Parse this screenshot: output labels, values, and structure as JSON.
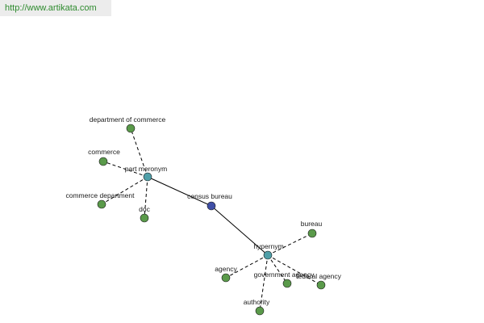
{
  "header": {
    "url": "http://www.artikata.com"
  },
  "colors": {
    "leaf": "#5a9a4a",
    "relation": "#4f9fa8",
    "center": "#3f4fa6"
  },
  "graph": {
    "nodes": [
      {
        "id": "census_bureau",
        "label": "census bureau",
        "kind": "center"
      },
      {
        "id": "part_meronym",
        "label": "part meronym",
        "kind": "relation"
      },
      {
        "id": "hypernym",
        "label": "hypernym",
        "kind": "relation"
      },
      {
        "id": "department_of_commerce",
        "label": "department of commerce",
        "kind": "leaf"
      },
      {
        "id": "commerce",
        "label": "commerce",
        "kind": "leaf"
      },
      {
        "id": "commerce_department",
        "label": "commerce department",
        "kind": "leaf"
      },
      {
        "id": "doc",
        "label": "doc",
        "kind": "leaf"
      },
      {
        "id": "bureau",
        "label": "bureau",
        "kind": "leaf"
      },
      {
        "id": "agency",
        "label": "agency",
        "kind": "leaf"
      },
      {
        "id": "government_agency",
        "label": "government agency",
        "kind": "leaf"
      },
      {
        "id": "federal_agency",
        "label": "federal agency",
        "kind": "leaf"
      },
      {
        "id": "authority",
        "label": "authority",
        "kind": "leaf"
      }
    ],
    "edges": [
      {
        "from": "census_bureau",
        "to": "part_meronym",
        "style": "solid"
      },
      {
        "from": "census_bureau",
        "to": "hypernym",
        "style": "solid"
      },
      {
        "from": "part_meronym",
        "to": "department_of_commerce",
        "style": "dashed"
      },
      {
        "from": "part_meronym",
        "to": "commerce",
        "style": "dashed"
      },
      {
        "from": "part_meronym",
        "to": "commerce_department",
        "style": "dashed"
      },
      {
        "from": "part_meronym",
        "to": "doc",
        "style": "dashed"
      },
      {
        "from": "hypernym",
        "to": "bureau",
        "style": "dashed"
      },
      {
        "from": "hypernym",
        "to": "agency",
        "style": "dashed"
      },
      {
        "from": "hypernym",
        "to": "government_agency",
        "style": "dashed"
      },
      {
        "from": "hypernym",
        "to": "federal_agency",
        "style": "dashed"
      },
      {
        "from": "hypernym",
        "to": "authority",
        "style": "dashed"
      }
    ]
  }
}
